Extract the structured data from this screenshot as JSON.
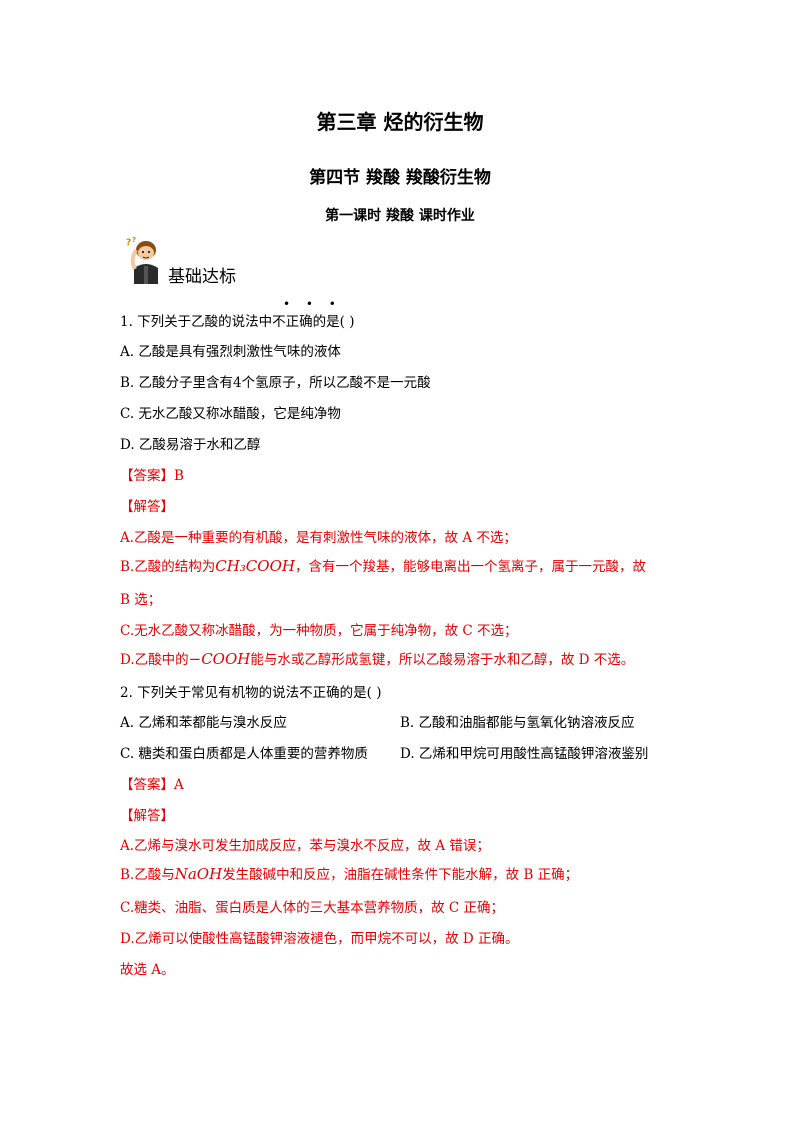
{
  "header": {
    "chapter": "第三章  烃的衍生物",
    "section": "第四节    羧酸  羧酸衍生物",
    "lesson": "第一课时  羧酸    课时作业"
  },
  "banner": {
    "label": "基础达标",
    "icon": "thinking-boy-icon"
  },
  "q1": {
    "stem": "1. 下列关于乙酸的说法中不正确的是(    )",
    "emphasis_dots": "• • •",
    "options": [
      "A.  乙酸是具有强烈刺激性气味的液体",
      "B.  乙酸分子里含有4个氢原子，所以乙酸不是一元酸",
      "C.  无水乙酸又称冰醋酸，它是纯净物",
      "D.  乙酸易溶于水和乙醇"
    ],
    "answer": "【答案】B",
    "analysis_title": "【解答】",
    "analysis": {
      "a": "A.乙酸是一种重要的有机酸，是有刺激性气味的液体，故 A 不选；",
      "b_pre": "B.乙酸的结构为",
      "b_formula": "CH₃COOH",
      "b_post": "，含有一个羧基，能够电离出一个氢离子，属于一元酸，故",
      "b_cont": "B 选；",
      "c": "C.无水乙酸又称冰醋酸，为一种物质，它属于纯净物，故 C 不选；",
      "d_pre": "D.乙酸中的",
      "d_formula": "−COOH",
      "d_post": "能与水或乙醇形成氢键，所以乙酸易溶于水和乙醇，故 D 不选。"
    }
  },
  "q2": {
    "stem": "2. 下列关于常见有机物的说法不正确的是(    )",
    "options": [
      "A.  乙烯和苯都能与溴水反应",
      "B.  乙酸和油脂都能与氢氧化钠溶液反应",
      "C.  糖类和蛋白质都是人体重要的营养物质",
      "D.  乙烯和甲烷可用酸性高锰酸钾溶液鉴别"
    ],
    "answer": "【答案】A",
    "analysis_title": "【解答】",
    "analysis": {
      "a": "A.乙烯与溴水可发生加成反应，苯与溴水不反应，故 A 错误；",
      "b_pre": "B.乙酸与",
      "b_formula": "NaOH",
      "b_post": "发生酸碱中和反应，油脂在碱性条件下能水解，故 B 正确；",
      "c": "C.糖类、油脂、蛋白质是人体的三大基本营养物质，故 C 正确；",
      "d": "D.乙烯可以使酸性高锰酸钾溶液褪色，而甲烷不可以，故 D 正确。",
      "conclusion": "故选 A。"
    }
  },
  "colors": {
    "answer": "#e60000",
    "text": "#000000"
  }
}
